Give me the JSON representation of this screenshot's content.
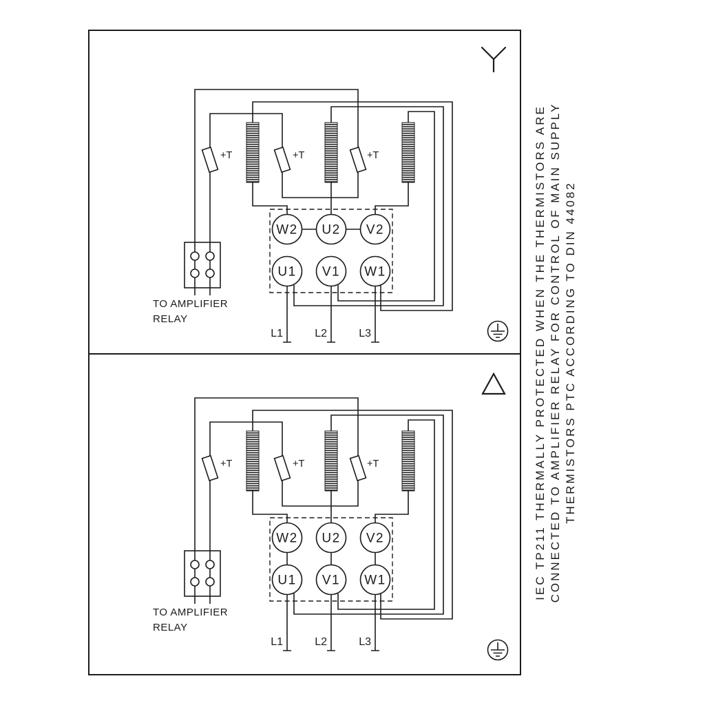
{
  "colors": {
    "ink": "#1c1c1c",
    "background": "#ffffff"
  },
  "side_note": {
    "lines": [
      "IEC TP211 THERMALLY PROTECTED WHEN THE THERMISTORS ARE",
      "CONNECTED TO AMPLIFIER RELAY FOR CONTROL OF MAIN SUPPLY",
      "THERMISTORS PTC ACCORDING TO DIN 44082"
    ]
  },
  "icons": {
    "top_panel_connection": "wye-star-icon",
    "bottom_panel_connection": "delta-icon",
    "earth": "earth-ground-icon",
    "thermistor": "ptc-thermistor-icon",
    "winding": "motor-winding-icon"
  },
  "panels": [
    {
      "name": "star",
      "terminals_top": [
        "W2",
        "U2",
        "V2"
      ],
      "terminals_bottom": [
        "U1",
        "V1",
        "W1"
      ],
      "supply": [
        "L1",
        "L2",
        "L3"
      ],
      "thermistor_label": "+T",
      "relay_caption": [
        "TO AMPLIFIER",
        "RELAY"
      ]
    },
    {
      "name": "delta",
      "terminals_top": [
        "W2",
        "U2",
        "V2"
      ],
      "terminals_bottom": [
        "U1",
        "V1",
        "W1"
      ],
      "supply": [
        "L1",
        "L2",
        "L3"
      ],
      "thermistor_label": "+T",
      "relay_caption": [
        "TO AMPLIFIER",
        "RELAY"
      ]
    }
  ]
}
